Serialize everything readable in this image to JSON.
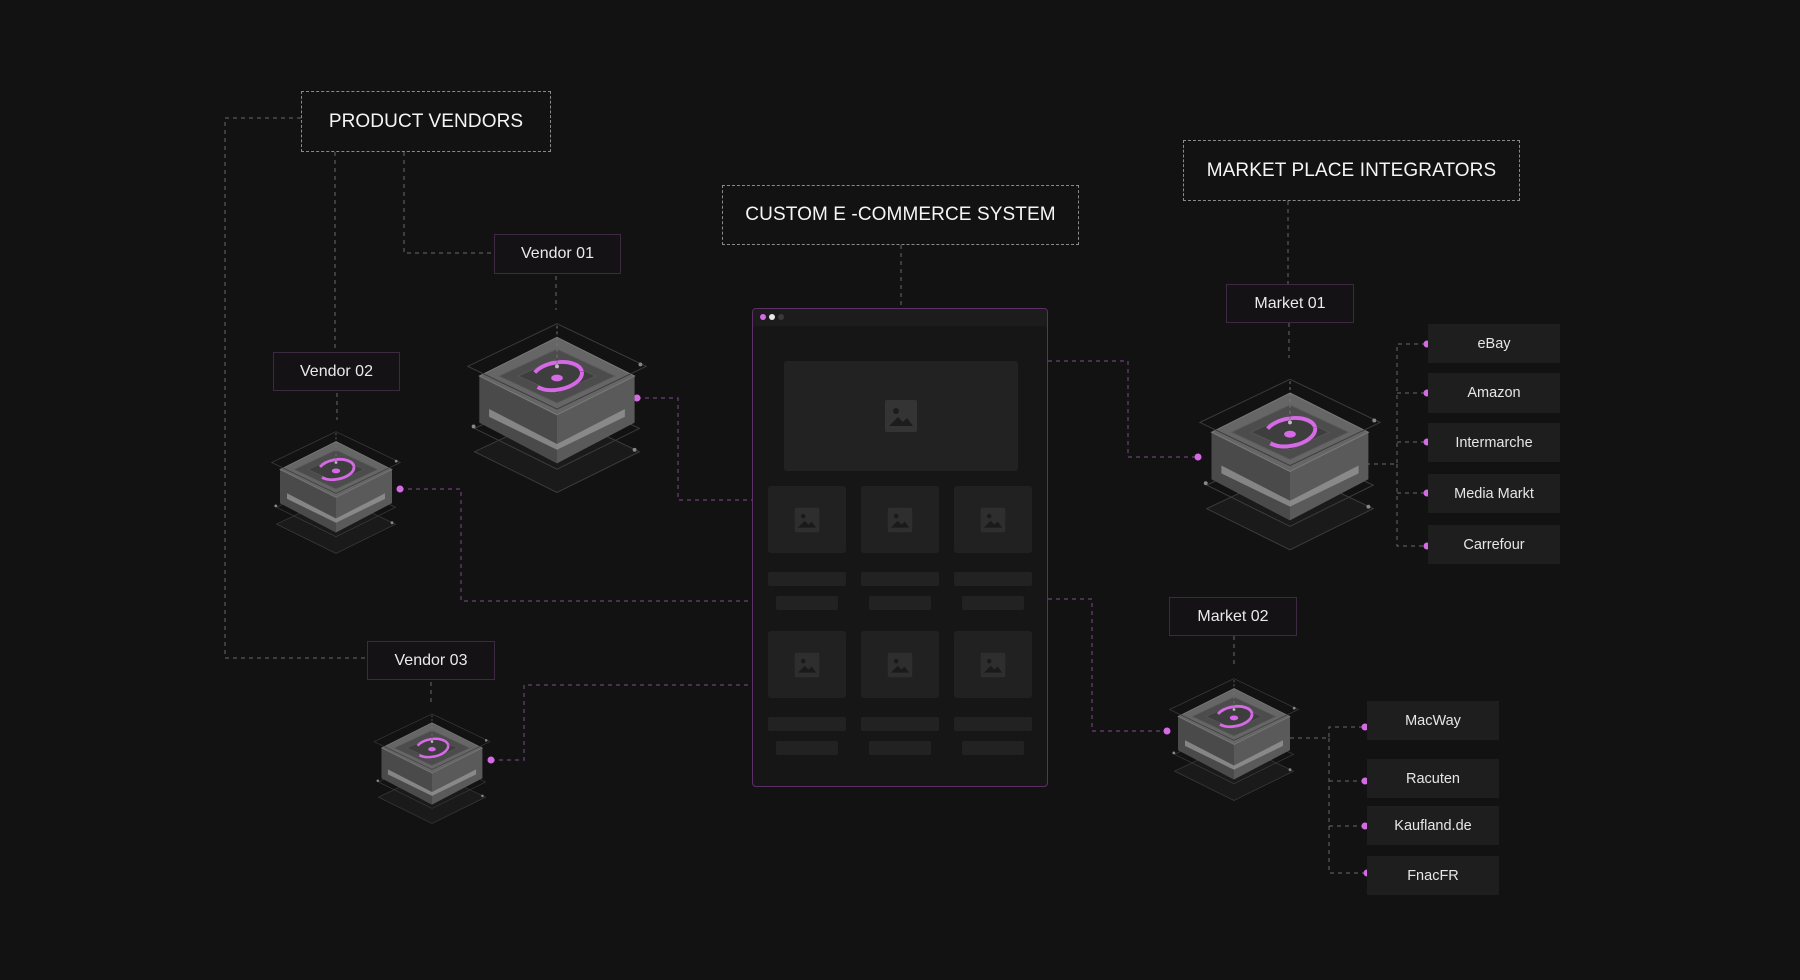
{
  "sections": {
    "vendors_title": "PRODUCT VENDORS",
    "ecommerce_title": "CUSTOM E -COMMERCE SYSTEM",
    "integrators_title": "MARKET PLACE INTEGRATORS"
  },
  "vendors": [
    {
      "label": "Vendor 01"
    },
    {
      "label": "Vendor 02"
    },
    {
      "label": "Vendor 03"
    }
  ],
  "markets": [
    {
      "label": "Market  01",
      "channels": [
        "eBay",
        "Amazon",
        "Intermarche",
        "Media Markt",
        "Carrefour"
      ]
    },
    {
      "label": "Market  02",
      "channels": [
        "MacWay",
        "Racuten",
        "Kaufland.de",
        "FnacFR"
      ]
    }
  ],
  "colors": {
    "background": "#121212",
    "accent": "#d66ae6",
    "accent_dark": "#6e3f78",
    "connector": "#5a5a5a"
  },
  "icons": {
    "server": "server-stack-icon",
    "image_placeholder": "image-placeholder-icon"
  }
}
